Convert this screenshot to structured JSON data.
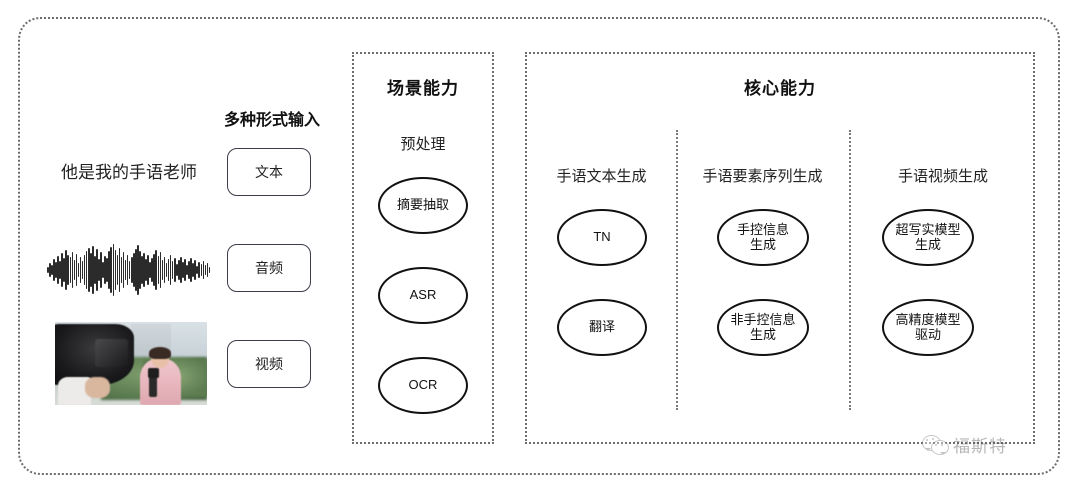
{
  "diagram": {
    "input_section": {
      "heading": "多种形式输入",
      "sample_text": "他是我的手语老师",
      "modalities": [
        {
          "label": "文本",
          "icon": "text-icon"
        },
        {
          "label": "音频",
          "icon": "audio-waveform-icon"
        },
        {
          "label": "视频",
          "icon": "video-thumbnail-icon"
        }
      ]
    },
    "scene_panel": {
      "title": "场景能力",
      "group_label": "预处理",
      "nodes": [
        {
          "label": "摘要抽取"
        },
        {
          "label": "ASR"
        },
        {
          "label": "OCR"
        }
      ]
    },
    "core_panel": {
      "title": "核心能力",
      "columns": [
        {
          "label": "手语文本生成",
          "nodes": [
            {
              "line1": "TN",
              "line2": ""
            },
            {
              "line1": "翻译",
              "line2": ""
            }
          ]
        },
        {
          "label": "手语要素序列生成",
          "nodes": [
            {
              "line1": "手控信息",
              "line2": "生成"
            },
            {
              "line1": "非手控信息",
              "line2": "生成"
            }
          ]
        },
        {
          "label": "手语视频生成",
          "nodes": [
            {
              "line1": "超写实模型",
              "line2": "生成"
            },
            {
              "line1": "高精度模型",
              "line2": "驱动"
            }
          ]
        }
      ]
    },
    "watermark": {
      "text": "福斯特",
      "icon": "wechat-icon"
    },
    "colors": {
      "border": "#6d6d6d",
      "node_stroke": "#111111",
      "text": "#1c1c1c",
      "background": "#ffffff"
    }
  },
  "waveform_bars": [
    6,
    14,
    10,
    22,
    16,
    28,
    18,
    34,
    24,
    40,
    30,
    26,
    36,
    20,
    32,
    14,
    26,
    18,
    30,
    38,
    44,
    34,
    48,
    28,
    42,
    22,
    36,
    16,
    28,
    24,
    38,
    46,
    52,
    40,
    30,
    44,
    26,
    36,
    20,
    30,
    18,
    26,
    34,
    42,
    50,
    38,
    28,
    34,
    22,
    30,
    16,
    24,
    32,
    40,
    28,
    36,
    20,
    26,
    14,
    22,
    30,
    18,
    24,
    12,
    20,
    26,
    16,
    22,
    10,
    18,
    24,
    14,
    20,
    8,
    16,
    12,
    18,
    10,
    14,
    6
  ]
}
